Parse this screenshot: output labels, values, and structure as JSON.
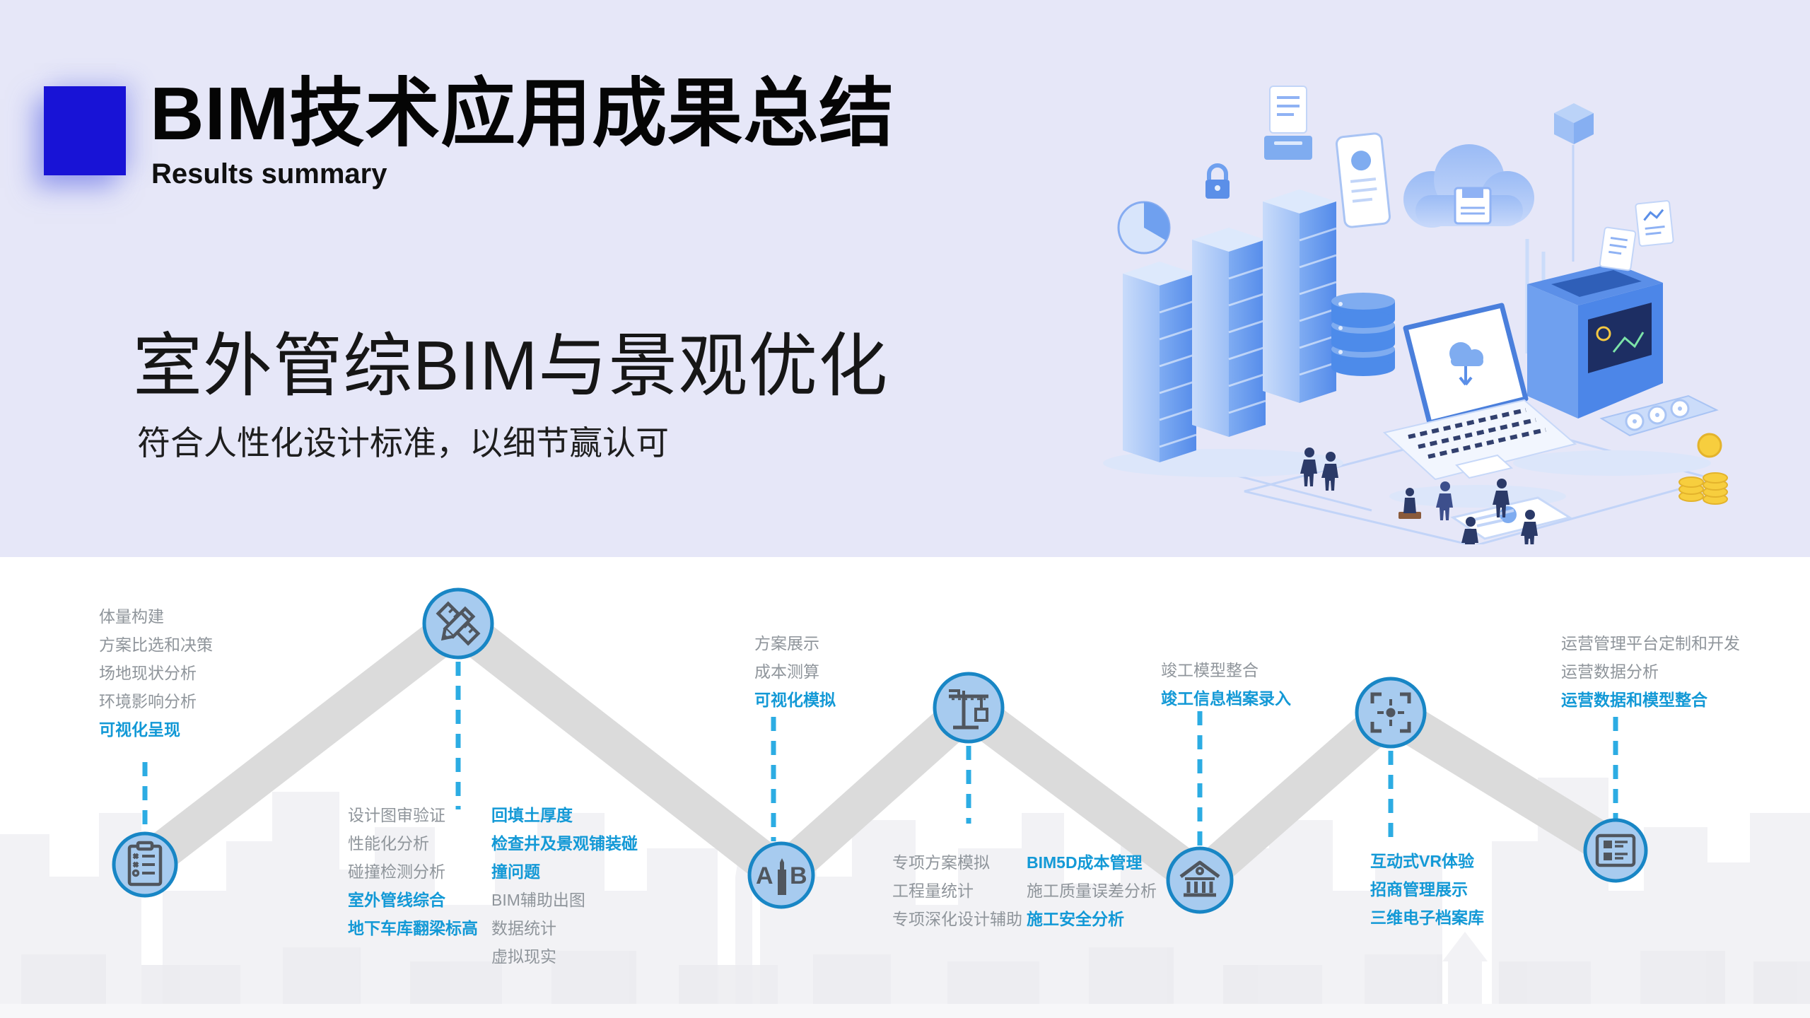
{
  "header": {
    "title": "BIM技术应用成果总结",
    "subtitle": "Results summary",
    "accent_color": "#1813D6",
    "background": "#E6E7F8"
  },
  "hero": {
    "heading": "室外管综BIM与景观优化",
    "subheading": "符合人性化设计标准，以细节赢认可",
    "illustration": "isometric-cloud-servers-laptop-printer-scene"
  },
  "timeline": {
    "band_color": "#DBDBDB",
    "dash_color": "#2CACE3",
    "node_fill": "#A7CBEF",
    "node_border": "#1886C5",
    "icon_color": "#50565E",
    "text_gray": "#8F959B",
    "text_blue": "#1399D6",
    "nodes": [
      {
        "icon": "clipboard-checklist-icon",
        "position": "valley"
      },
      {
        "icon": "pencil-ruler-icon",
        "position": "peak"
      },
      {
        "icon": "ab-compare-icon",
        "position": "valley",
        "label_a": "A",
        "label_b": "B"
      },
      {
        "icon": "tower-crane-icon",
        "position": "peak"
      },
      {
        "icon": "bank-building-icon",
        "position": "valley"
      },
      {
        "icon": "focus-target-icon",
        "position": "peak"
      },
      {
        "icon": "document-list-icon",
        "position": "valley"
      }
    ],
    "groups": [
      {
        "name": "concept-stage",
        "items": [
          {
            "text": "体量构建",
            "highlight": false
          },
          {
            "text": "方案比选和决策",
            "highlight": false
          },
          {
            "text": "场地现状分析",
            "highlight": false
          },
          {
            "text": "环境影响分析",
            "highlight": false
          },
          {
            "text": "可视化呈现",
            "highlight": true
          }
        ]
      },
      {
        "name": "design-stage-left",
        "items": [
          {
            "text": "设计图审验证",
            "highlight": false
          },
          {
            "text": "性能化分析",
            "highlight": false
          },
          {
            "text": "碰撞检测分析",
            "highlight": false
          },
          {
            "text": "室外管线综合",
            "highlight": true
          },
          {
            "text": "地下车库翻梁标高",
            "highlight": true
          }
        ]
      },
      {
        "name": "design-stage-right",
        "items": [
          {
            "text": "回填土厚度",
            "highlight": true
          },
          {
            "text": "检查井及景观铺装碰",
            "highlight": true
          },
          {
            "text": "撞问题",
            "highlight": true
          },
          {
            "text": "BIM辅助出图",
            "highlight": false
          },
          {
            "text": "数据统计",
            "highlight": false
          },
          {
            "text": "虚拟现实",
            "highlight": false
          }
        ]
      },
      {
        "name": "bidding-stage",
        "items": [
          {
            "text": "方案展示",
            "highlight": false
          },
          {
            "text": "成本测算",
            "highlight": false
          },
          {
            "text": "可视化模拟",
            "highlight": true
          }
        ]
      },
      {
        "name": "construction-stage-left",
        "items": [
          {
            "text": "专项方案模拟",
            "highlight": false
          },
          {
            "text": "工程量统计",
            "highlight": false
          },
          {
            "text": "专项深化设计辅助",
            "highlight": false
          }
        ]
      },
      {
        "name": "construction-stage-right",
        "items": [
          {
            "text": "BIM5D成本管理",
            "highlight": true
          },
          {
            "text": "施工质量误差分析",
            "highlight": false
          },
          {
            "text": "施工安全分析",
            "highlight": true
          }
        ]
      },
      {
        "name": "completion-stage",
        "items": [
          {
            "text": "竣工模型整合",
            "highlight": false
          },
          {
            "text": "竣工信息档案录入",
            "highlight": true
          }
        ]
      },
      {
        "name": "operation-vr-stage",
        "items": [
          {
            "text": "互动式VR体验",
            "highlight": true
          },
          {
            "text": "招商管理展示",
            "highlight": true
          },
          {
            "text": "三维电子档案库",
            "highlight": true
          }
        ]
      },
      {
        "name": "operation-platform-stage",
        "items": [
          {
            "text": "运营管理平台定制和开发",
            "highlight": false
          },
          {
            "text": "运营数据分析",
            "highlight": false
          },
          {
            "text": "运营数据和模型整合",
            "highlight": true
          }
        ]
      }
    ]
  }
}
